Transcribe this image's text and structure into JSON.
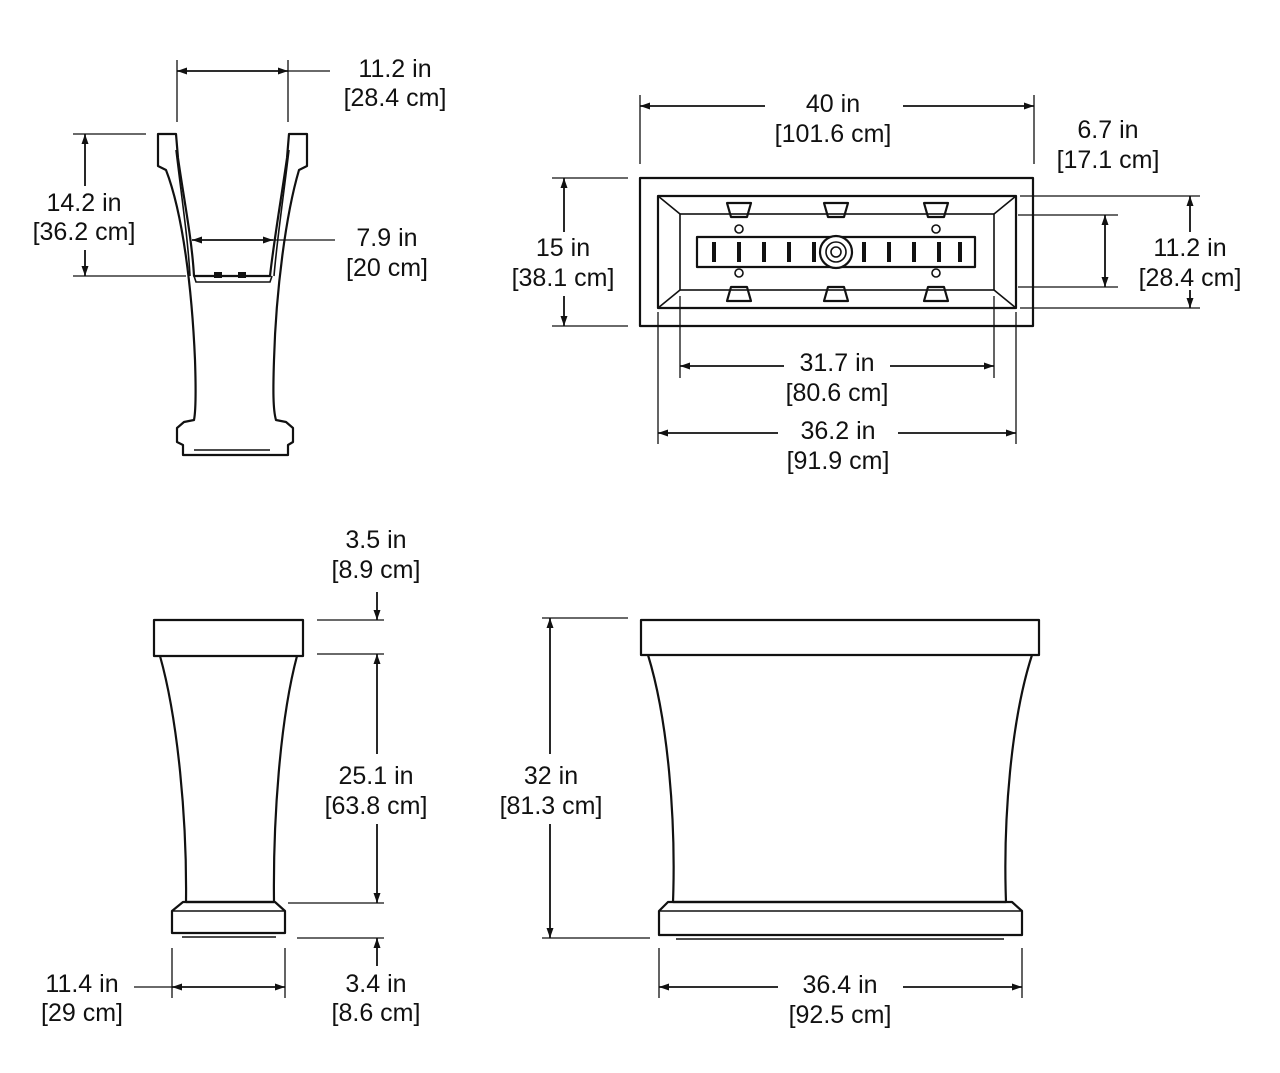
{
  "colors": {
    "line": "#111111",
    "background": "#ffffff"
  },
  "views": {
    "side_section": {
      "top_width": {
        "imperial": "11.2 in",
        "metric": "[28.4 cm]"
      },
      "inner_depth": {
        "imperial": "14.2 in",
        "metric": "[36.2 cm]"
      },
      "inner_bottom_width": {
        "imperial": "7.9 in",
        "metric": "[20 cm]"
      }
    },
    "top_view": {
      "overall_length": {
        "imperial": "40 in",
        "metric": "[101.6 cm]"
      },
      "overall_width": {
        "imperial": "15 in",
        "metric": "[38.1 cm]"
      },
      "inner_rim_offset": {
        "imperial": "6.7 in",
        "metric": "[17.1 cm]"
      },
      "inner_width": {
        "imperial": "11.2 in",
        "metric": "[28.4 cm]"
      },
      "reservoir_length": {
        "imperial": "31.7 in",
        "metric": "[80.6 cm]"
      },
      "inner_length": {
        "imperial": "36.2 in",
        "metric": "[91.9 cm]"
      }
    },
    "side_elevation": {
      "rim_height": {
        "imperial": "3.5 in",
        "metric": "[8.9 cm]"
      },
      "body_height": {
        "imperial": "25.1 in",
        "metric": "[63.8 cm]"
      },
      "base_height": {
        "imperial": "3.4 in",
        "metric": "[8.6 cm]"
      },
      "base_width": {
        "imperial": "11.4 in",
        "metric": "[29 cm]"
      }
    },
    "front_elevation": {
      "total_height": {
        "imperial": "32 in",
        "metric": "[81.3 cm]"
      },
      "base_length": {
        "imperial": "36.4 in",
        "metric": "[92.5 cm]"
      }
    }
  }
}
